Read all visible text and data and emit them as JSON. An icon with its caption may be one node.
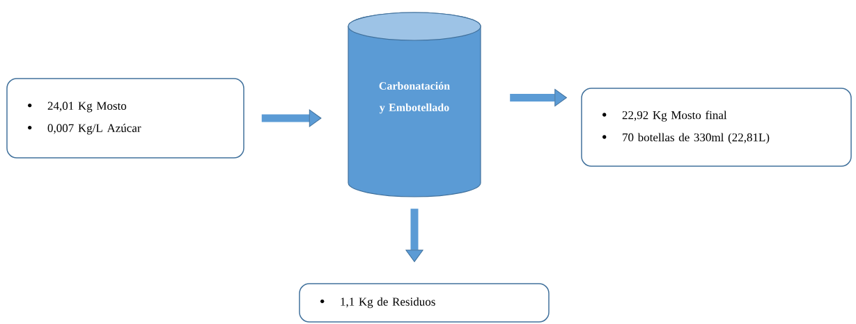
{
  "diagram": {
    "nodes": [
      {
        "text": [
          "24,01 Kg Mosto",
          "0,007 Kg/L Azúcar"
        ]
      },
      {
        "text": [
          "Carbonatación y Embotellado"
        ]
      },
      {
        "text": [
          "22,92 Kg Mosto final",
          "70 botellas de 330ml (22,81L)"
        ]
      },
      {
        "text": [
          "1,1 Kg de Residuos"
        ]
      }
    ],
    "edges": [
      {
        "from": 0,
        "to": 1,
        "arrow": "to"
      },
      {
        "from": 1,
        "to": 2,
        "arrow": "to"
      },
      {
        "from": 1,
        "to": 3,
        "arrow": "to"
      }
    ]
  }
}
